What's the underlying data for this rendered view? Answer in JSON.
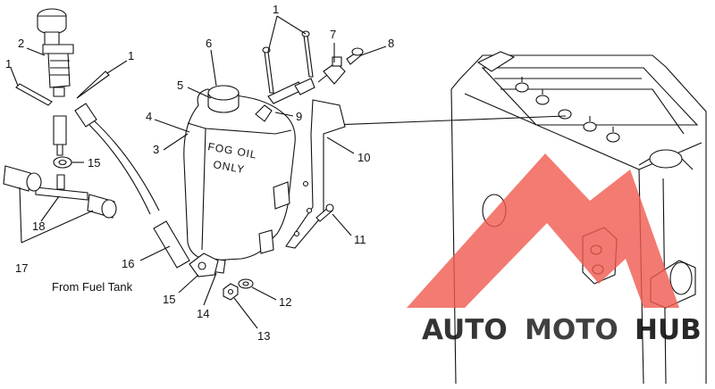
{
  "diagram": {
    "tank_label_line1": "FOG OIL",
    "tank_label_line2": "ONLY",
    "caption": "From Fuel Tank",
    "callouts": {
      "c1_top": "1",
      "c1_left": "1",
      "c1_mid": "1",
      "c2": "2",
      "c3": "3",
      "c4": "4",
      "c5": "5",
      "c6": "6",
      "c7": "7",
      "c8": "8",
      "c9": "9",
      "c10": "10",
      "c11": "11",
      "c12": "12",
      "c13": "13",
      "c14": "14",
      "c15_upper": "15",
      "c15_lower": "15",
      "c16": "16",
      "c17": "17",
      "c18": "18"
    }
  },
  "watermark": {
    "part1": "AUTO",
    "part2": "MOTO",
    "part3": "HUB",
    "color_red": "#f05a4f",
    "color_orange": "#f7a94a",
    "color_gray": "#9b9b9b"
  }
}
